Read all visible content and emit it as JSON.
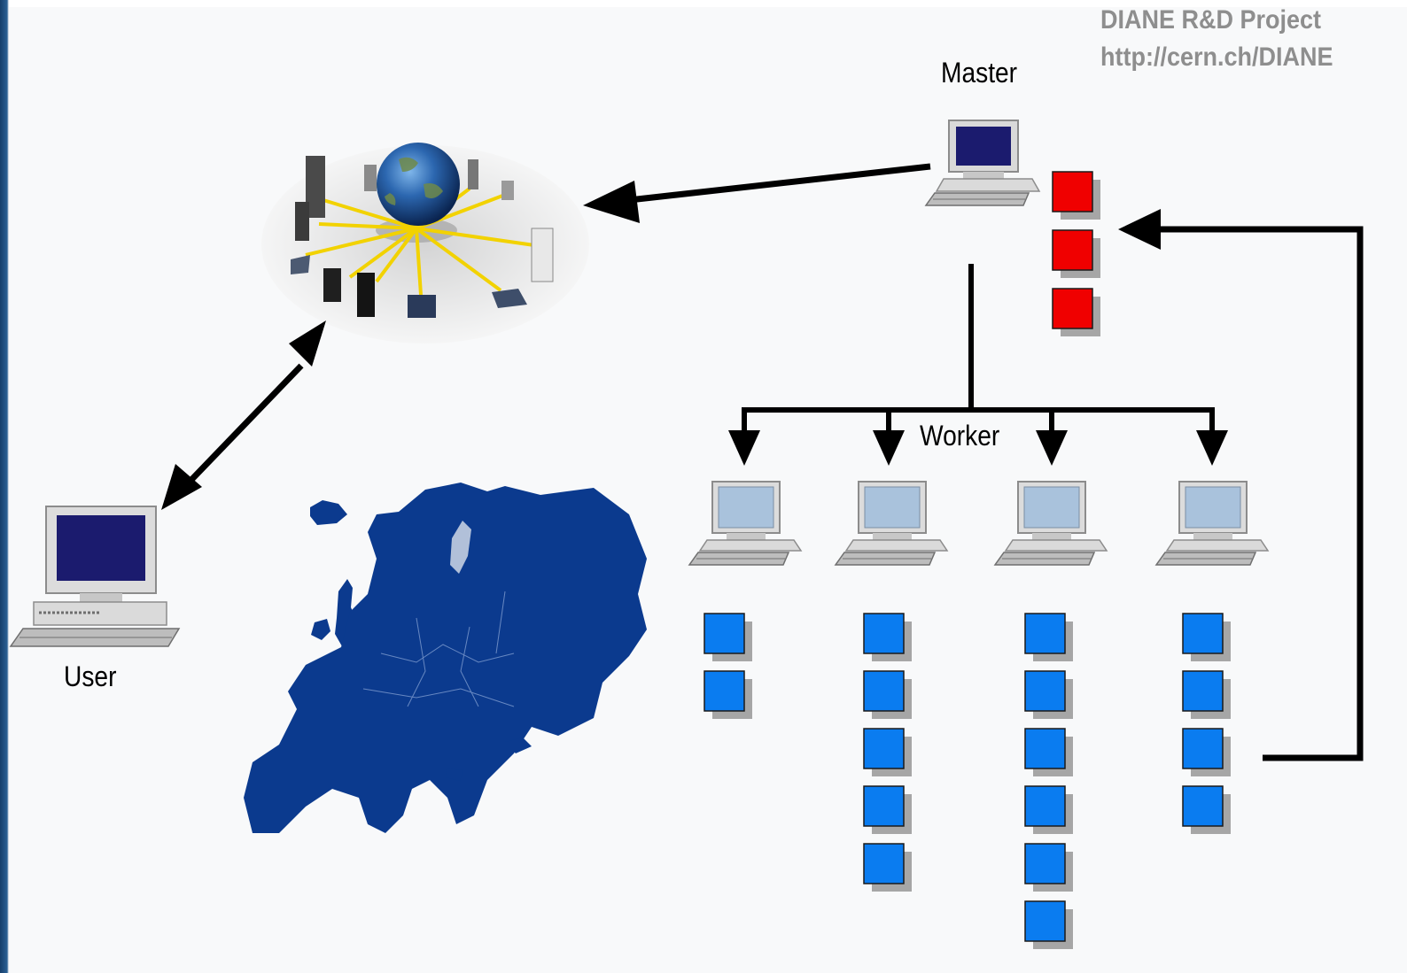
{
  "credit": {
    "project": "DIANE R&D Project",
    "url": "http://cern.ch/DIANE"
  },
  "labels": {
    "master": "Master",
    "worker": "Worker",
    "user": "User"
  },
  "icons": {
    "grid": "grid-network-globe-icon",
    "map": "europe-map-icon",
    "computer": "desktop-computer-icon"
  },
  "colors": {
    "background": "#f8f9fa",
    "task_red": "#f00000",
    "task_blue": "#0a7cf0",
    "map_blue": "#0b3a8e",
    "arrow": "#000000",
    "credit_gray": "#8e8e8e"
  },
  "master_queue": {
    "task_count": 3
  },
  "workers": [
    {
      "task_count": 2
    },
    {
      "task_count": 5
    },
    {
      "task_count": 6
    },
    {
      "task_count": 4
    }
  ]
}
